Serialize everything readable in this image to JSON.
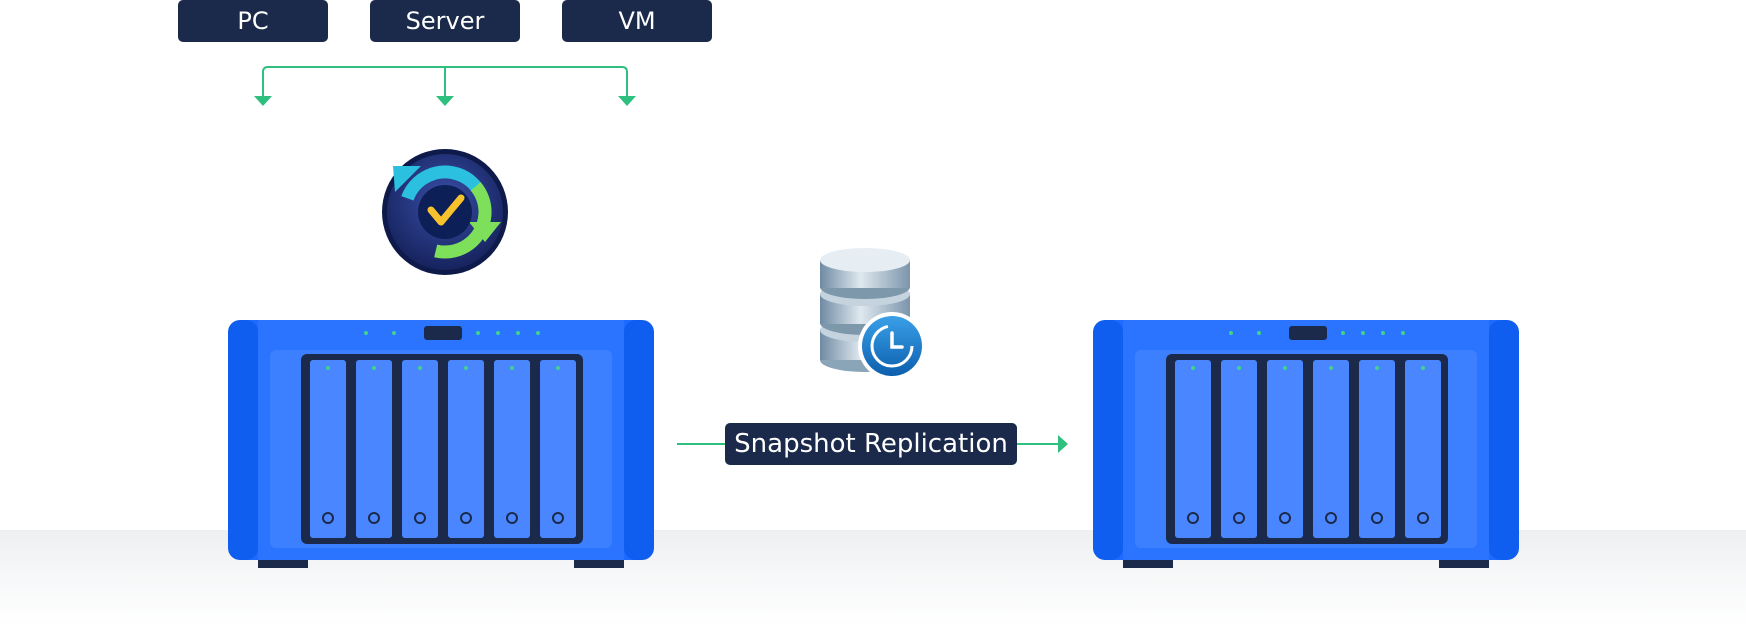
{
  "sources": [
    {
      "label": "PC"
    },
    {
      "label": "Server"
    },
    {
      "label": "VM"
    }
  ],
  "replication": {
    "label": "Snapshot Replication"
  },
  "colors": {
    "label_bg": "#1b2a4a",
    "arrow": "#2fbf7f",
    "nas_body": "#1f6bff",
    "nas_side": "#1560f5",
    "bay_frame": "#1b2a4a",
    "bay": "#4a86ff"
  },
  "icons": {
    "backup_app": "active-backup-icon",
    "replication_app": "snapshot-replication-icon"
  }
}
